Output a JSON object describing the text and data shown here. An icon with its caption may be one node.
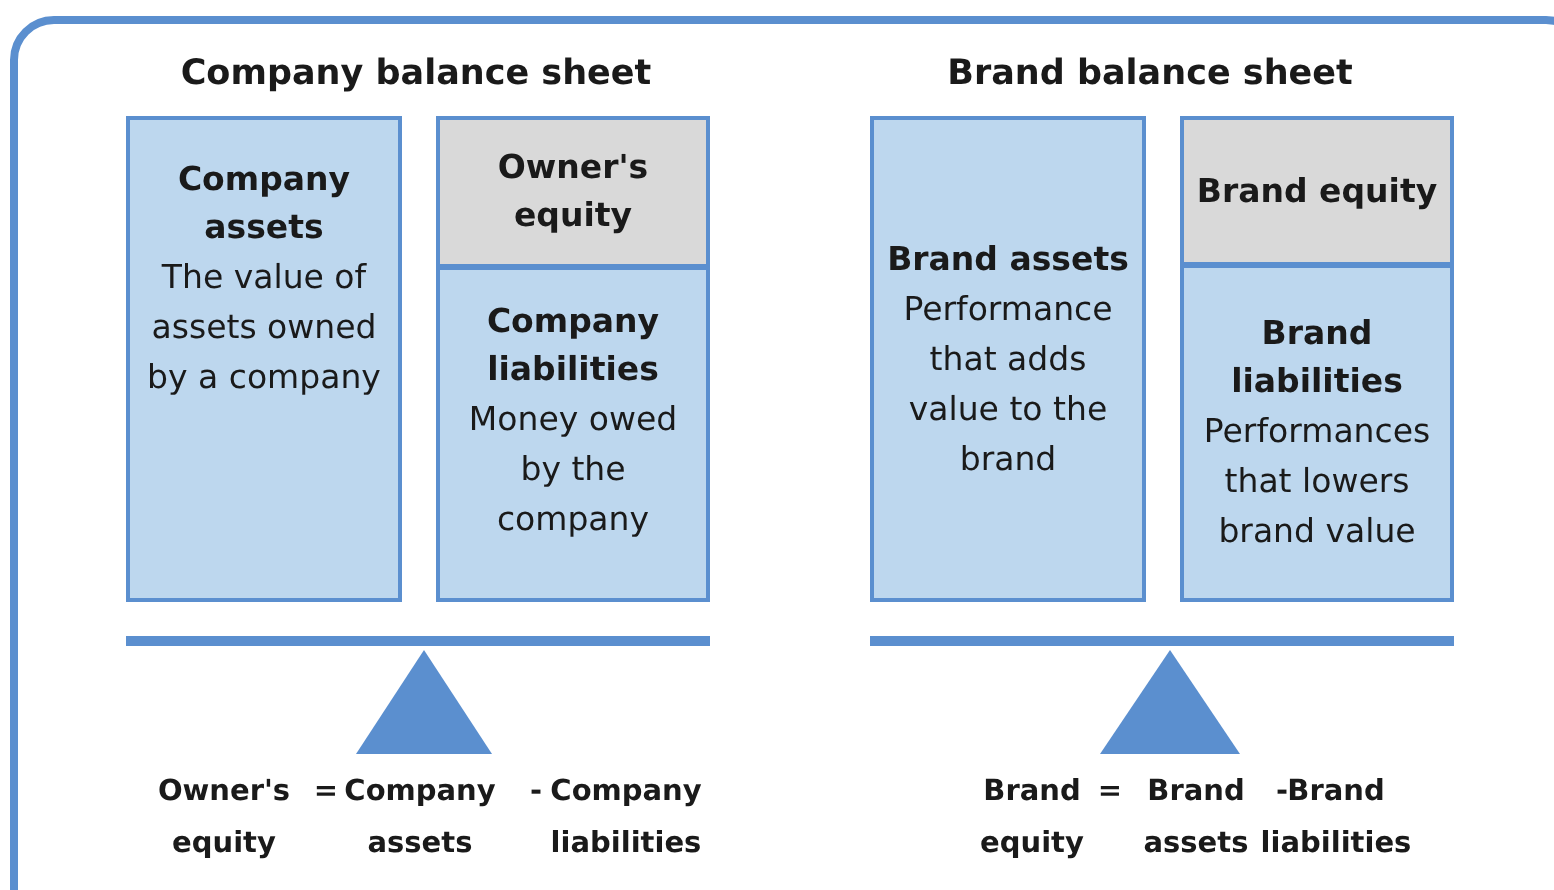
{
  "diagram": {
    "nodes": [
      {
        "text": [
          "Company assets",
          "The value of assets owned by a company"
        ]
      },
      {
        "text": [
          "Owner's equity"
        ]
      },
      {
        "text": [
          "Company liabilities",
          "Money owed by the company"
        ]
      },
      {
        "text": [
          "Brand assets",
          "Performance that adds value to the brand"
        ]
      },
      {
        "text": [
          "Brand equity"
        ]
      },
      {
        "text": [
          "Brand liabilities",
          "Performances that lowers brand value"
        ]
      }
    ],
    "edges": [],
    "labels": [
      "Company balance sheet",
      "Brand balance sheet",
      "Owner's equity",
      "=",
      "Company assets",
      "-",
      "Company liabilities",
      "Brand equity",
      "=",
      "Brand assets",
      "-",
      "Brand liabilities"
    ]
  }
}
